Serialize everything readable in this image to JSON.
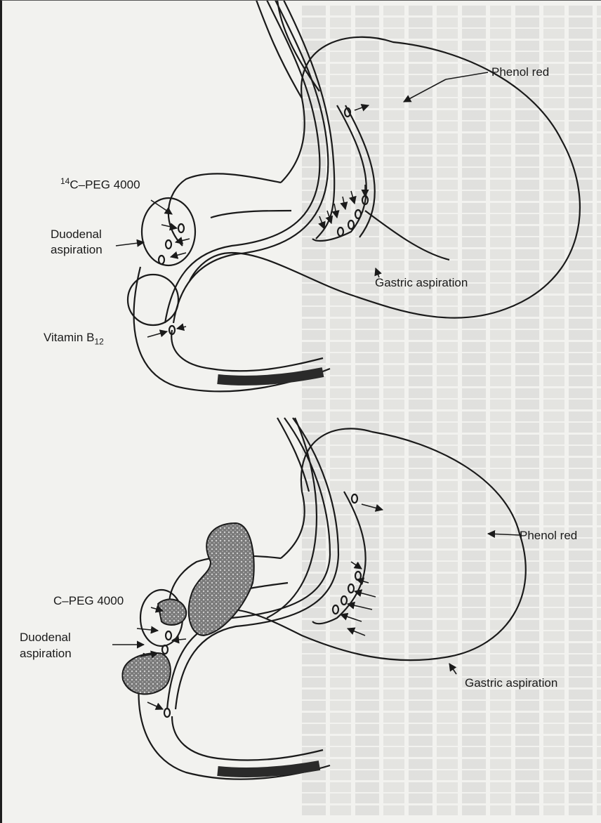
{
  "top_diagram": {
    "label_phenol": "Phenol red",
    "label_peg_sup": "14",
    "label_peg": "C–PEG 4000",
    "label_duodenal_1": "Duodenal",
    "label_duodenal_2": "aspiration",
    "label_gastric": "Gastric aspiration",
    "label_vitamin": "Vitamin B",
    "label_vitamin_sub": "12"
  },
  "bottom_diagram": {
    "label_phenol": "Phenol red",
    "label_peg": "C–PEG 4000",
    "label_duodenal_1": "Duodenal",
    "label_duodenal_2": "aspiration",
    "label_gastric": "Gastric aspiration"
  },
  "colors": {
    "ink": "#1a1a1a",
    "paper": "#f2f2ef",
    "shade": "#4a4a4a"
  }
}
